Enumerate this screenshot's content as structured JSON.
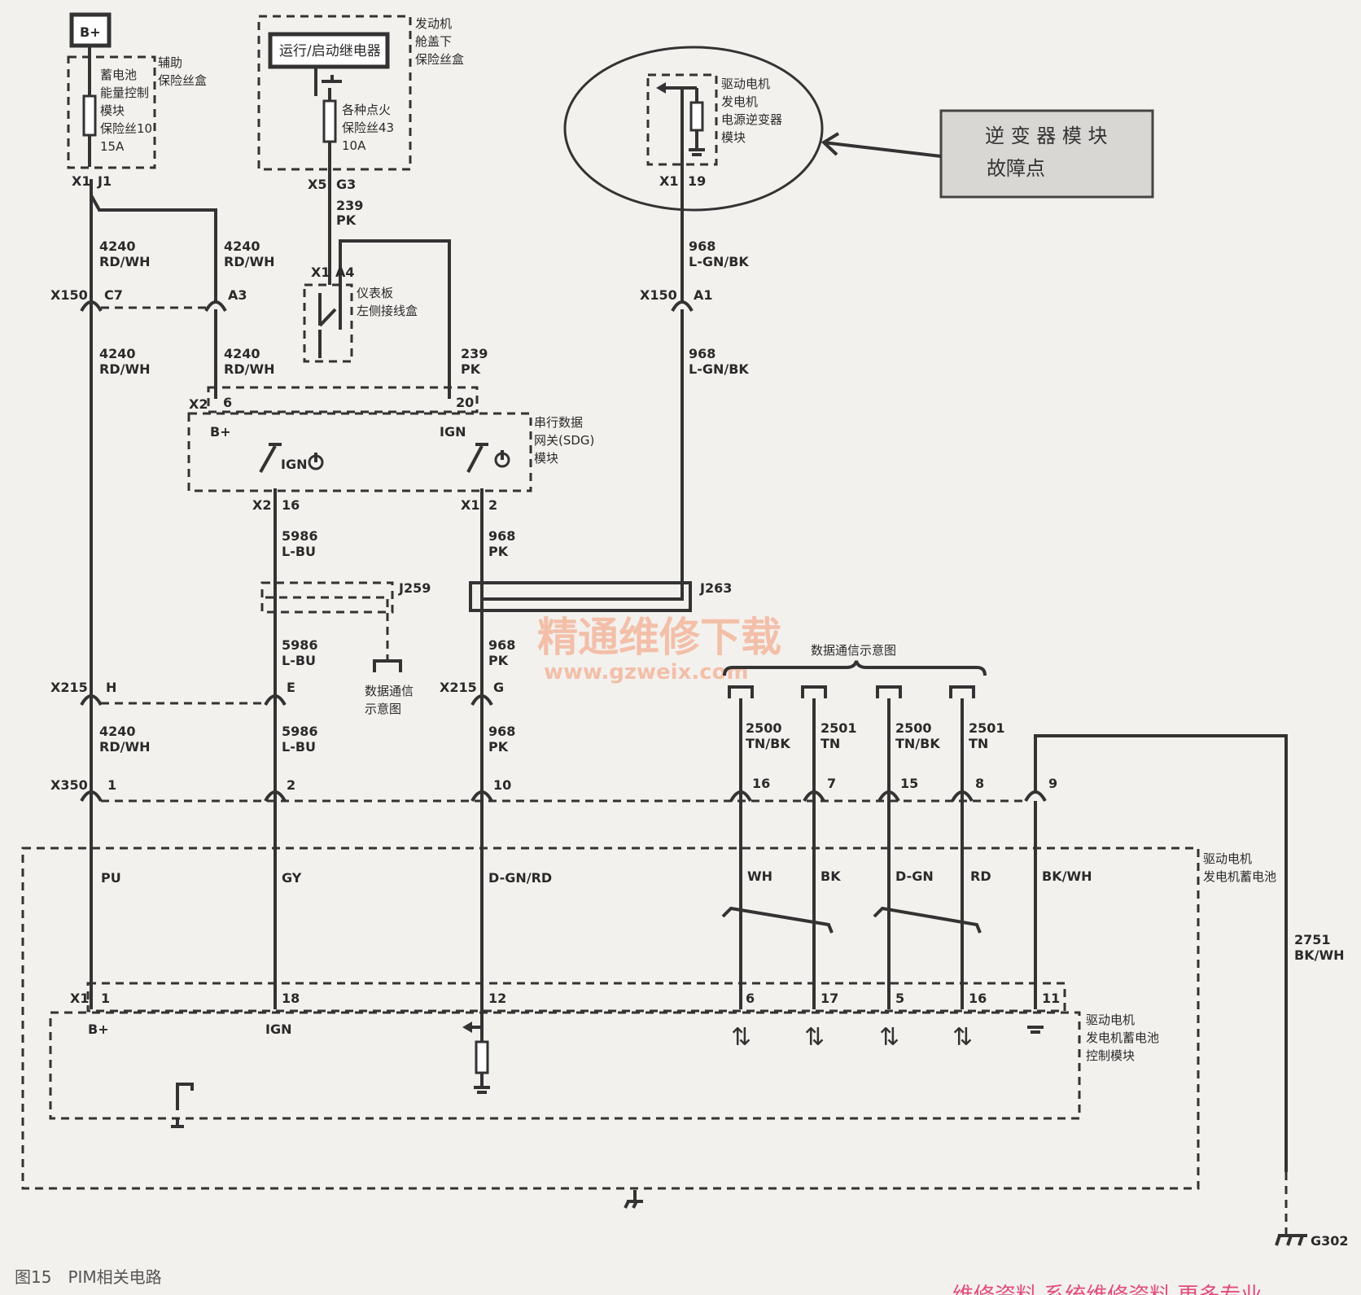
{
  "caption": "图15　PIM相关电路",
  "watermark": {
    "line1": "精通维修下载",
    "line2": "www.gzweix.com"
  },
  "callout": {
    "line1": "逆 变 器 模 块",
    "line2": "故障点"
  },
  "bottom_partial_text": "维修资料 系统维修资料 更多专业",
  "battery": {
    "label": "B+"
  },
  "aux_fuse_box": {
    "title_l1": "辅助",
    "title_l2": "保险丝盒",
    "fuse_l1": "蓄电池",
    "fuse_l2": "能量控制",
    "fuse_l3": "模块",
    "fuse_l4": "保险丝10",
    "fuse_l5": "15A"
  },
  "engine_fuse_box": {
    "title_l1": "发动机",
    "title_l2": "舱盖下",
    "title_l3": "保险丝盒",
    "relay": "运行/启动继电器",
    "fuse_l1": "各种点火",
    "fuse_l2": "保险丝43",
    "fuse_l3": "10A"
  },
  "drive_motor_inverter": {
    "l1": "驱动电机",
    "l2": "发电机",
    "l3": "电源逆变器",
    "l4": "模块",
    "conn": "X1",
    "pin": "19"
  },
  "ip_junction": {
    "l1": "仪表板",
    "l2": "左侧接线盒",
    "conn": "X1",
    "pin": "A4"
  },
  "sdg": {
    "l1": "串行数据",
    "l2": "网关(SDG)",
    "l3": "模块",
    "pin_bplus": "B+",
    "pin_ign": "IGN",
    "sw_label": "IGN",
    "conn_in": "X2",
    "pin_in1": "6",
    "pin_in2": "20",
    "conn_out1": "X2",
    "pin_out1": "16",
    "conn_out2": "X1",
    "pin_out2": "2"
  },
  "wires": {
    "w4240": "4240",
    "rdwh": "RD/WH",
    "w239": "239",
    "pk": "PK",
    "w968": "968",
    "lgnbk": "L-GN/BK",
    "w5986": "5986",
    "lbu": "L-BU",
    "w2500": "2500",
    "tnbk": "TN/BK",
    "w2501": "2501",
    "tn": "TN",
    "w2751": "2751",
    "bkwh": "BK/WH"
  },
  "connectors": {
    "x1": "X1",
    "j1": "J1",
    "x5": "X5",
    "g3": "G3",
    "x150": "X150",
    "c7": "C7",
    "a3": "A3",
    "a1": "A1",
    "j259": "J259",
    "j263": "J263",
    "x215": "X215",
    "h": "H",
    "e": "E",
    "g": "G",
    "x350": "X350",
    "p1": "1",
    "p2": "2",
    "p10": "10",
    "p16": "16",
    "p7": "7",
    "p15": "15",
    "p8": "8",
    "p9": "9"
  },
  "data_comm": {
    "label": "数据通信示意图",
    "label_l1": "数据通信",
    "label_l2": "示意图"
  },
  "battery_pack": {
    "l1": "驱动电机",
    "l2": "发电机蓄电池"
  },
  "bpcm": {
    "l1": "驱动电机",
    "l2": "发电机蓄电池",
    "l3": "控制模块",
    "conn": "X1",
    "b_plus": "B+",
    "ign": "IGN"
  },
  "inner_wires": {
    "pu": "PU",
    "gy": "GY",
    "dgnrd": "D-GN/RD",
    "wh": "WH",
    "bk": "BK",
    "dgn": "D-GN",
    "rd": "RD",
    "bkwh": "BK/WH"
  },
  "inner_pins": {
    "p1": "1",
    "p18": "18",
    "p12": "12",
    "p6": "6",
    "p17": "17",
    "p5": "5",
    "p16": "16",
    "p11": "11"
  },
  "ground": {
    "label": "G302"
  }
}
